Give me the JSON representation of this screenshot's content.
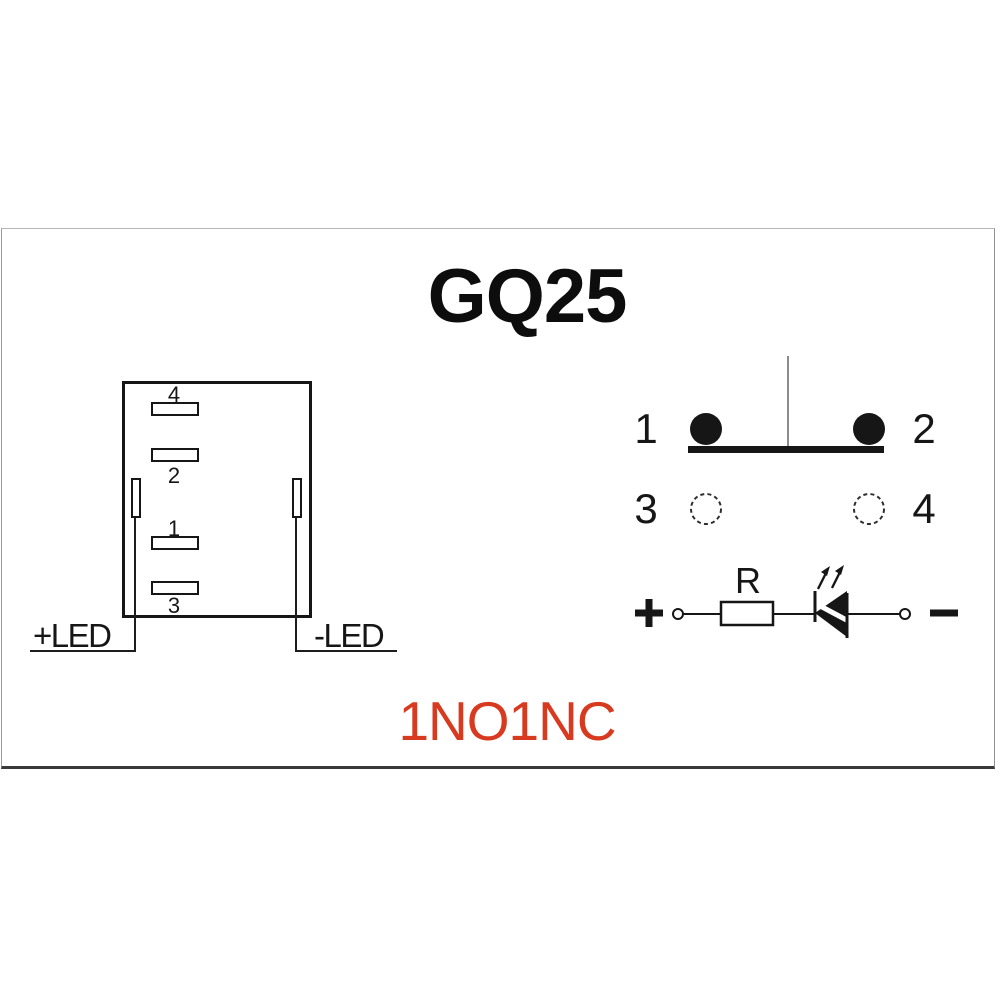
{
  "title": "GQ25",
  "configuration_label": "1NO1NC",
  "colors": {
    "ink": "#161616",
    "configuration_red": "#d83a20",
    "plunger_gray": "#8c8c8c",
    "frame_gray": "#9c9c9c"
  },
  "connector_view": {
    "pin_labels": [
      "4",
      "2",
      "1",
      "3"
    ],
    "plus_led_label": "+LED",
    "minus_led_label": "-LED"
  },
  "schematic": {
    "contacts": [
      {
        "label": "1",
        "dot": "filled"
      },
      {
        "label": "2",
        "dot": "filled"
      },
      {
        "label": "3",
        "dot": "open"
      },
      {
        "label": "4",
        "dot": "open"
      }
    ],
    "resistor_label": "R",
    "plus_symbol": "+",
    "minus_symbol": "−"
  }
}
